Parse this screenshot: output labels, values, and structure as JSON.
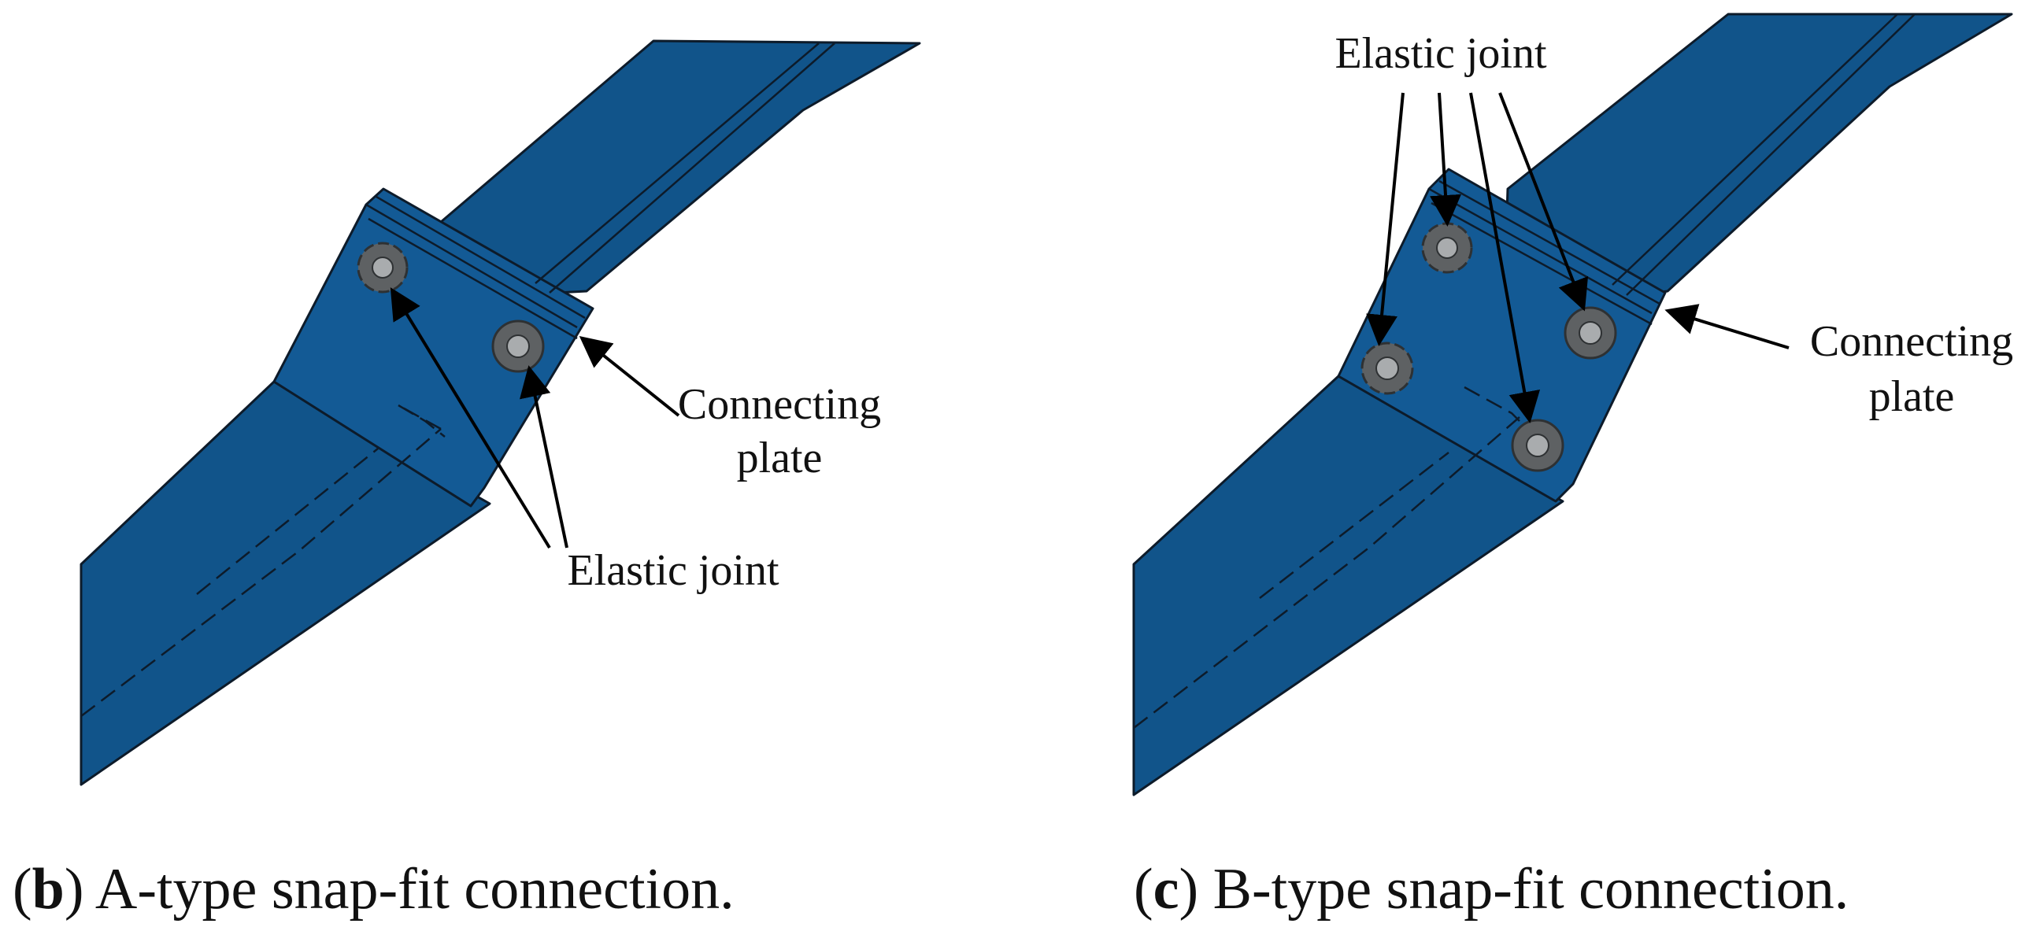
{
  "colors": {
    "beam_main": "#11548a",
    "beam_dark": "#0e4677",
    "plate": "#135a95",
    "joint_outer": "#5e6163",
    "joint_inner": "#a9acae",
    "outline": "#0d1b2a"
  },
  "panels": [
    {
      "id": "b",
      "letter": "b",
      "caption": "A-type snap-fit connection.",
      "labels": {
        "connecting_plate_line1": "Connecting",
        "connecting_plate_line2": "plate",
        "elastic_joint": "Elastic joint"
      },
      "joint_count": 2
    },
    {
      "id": "c",
      "letter": "c",
      "caption": "B-type snap-fit connection.",
      "labels": {
        "elastic_joint": "Elastic joint",
        "connecting_plate_line1": "Connecting",
        "connecting_plate_line2": "plate"
      },
      "joint_count": 4
    }
  ]
}
